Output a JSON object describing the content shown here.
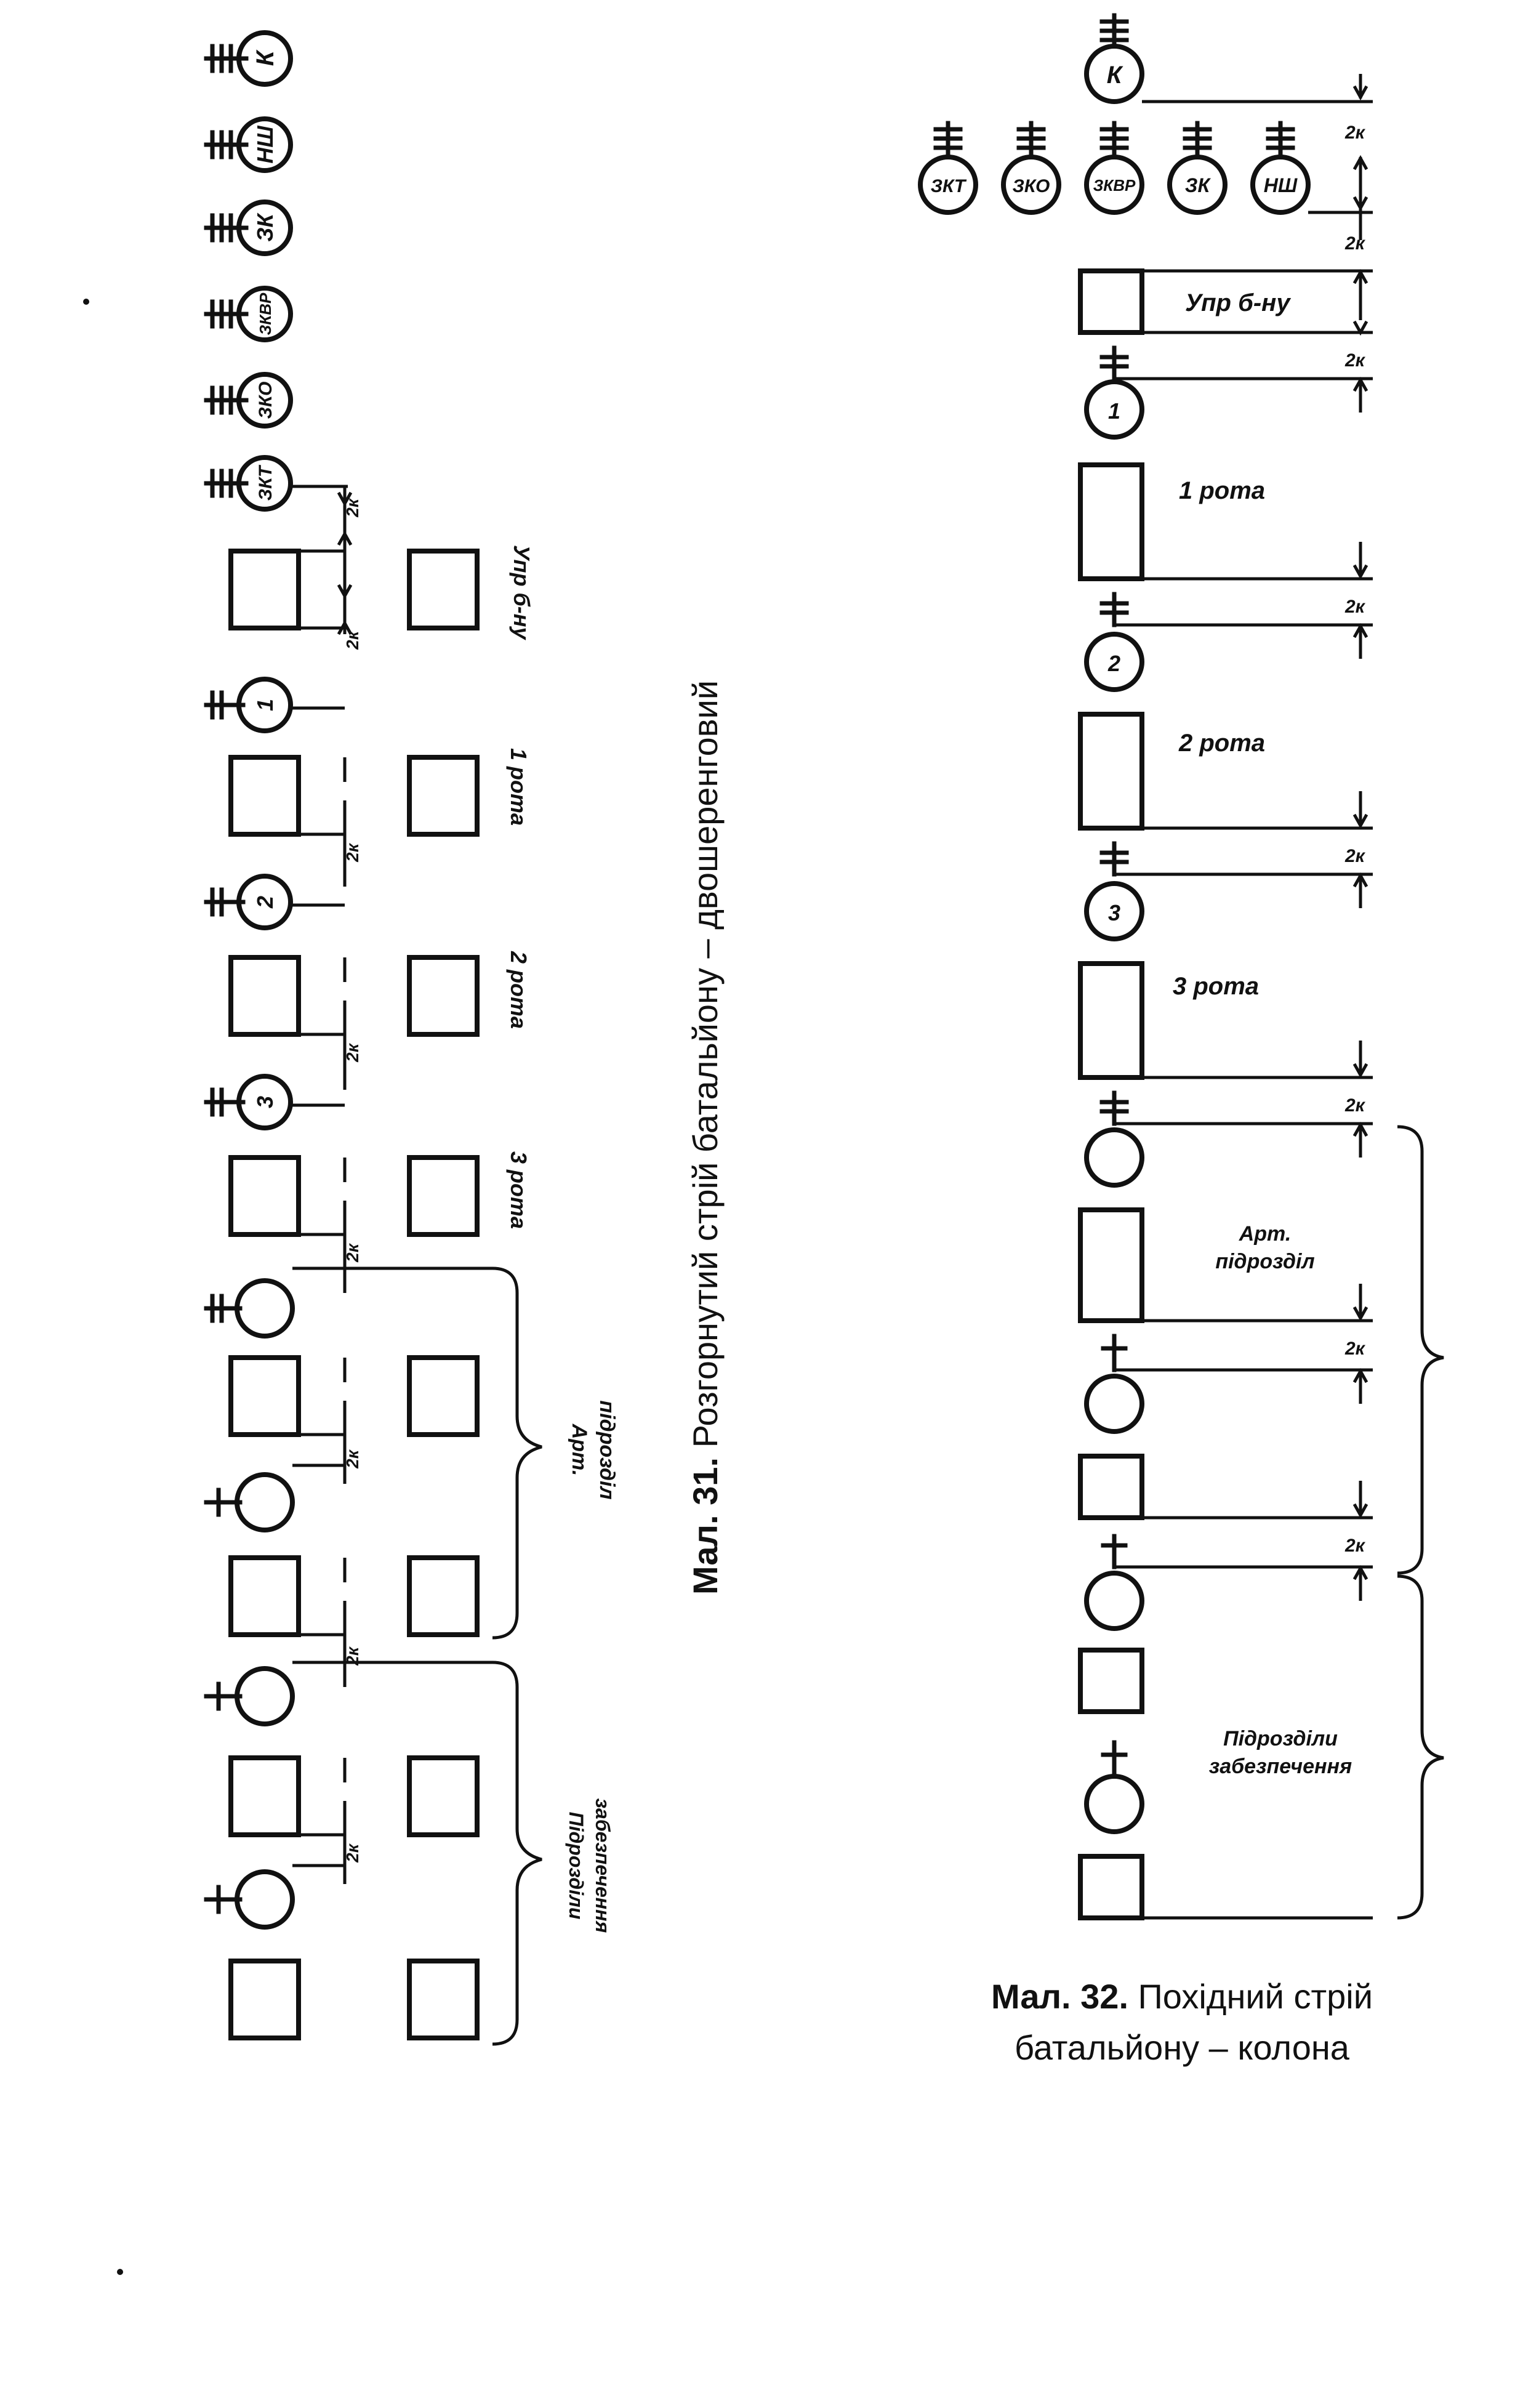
{
  "figure31": {
    "caption_num": "Мал. 31.",
    "caption_text": " Розгорнутий стрій батальйону – двошеренговий",
    "officers": [
      "К",
      "НШ",
      "ЗК",
      "ЗКВР",
      "ЗКО",
      "ЗКТ"
    ],
    "commanders": [
      "1",
      "2",
      "3"
    ],
    "labels": {
      "hq": "Упр б-ну",
      "company1": "1 рота",
      "company2": "2 рота",
      "company3": "3 рота",
      "art_line1": "Арт.",
      "art_line2": "підрозділ",
      "sup_line1": "Підрозділи",
      "sup_line2": "забезпечення"
    },
    "interval": "2к"
  },
  "figure32": {
    "caption_num": "Мал. 32.",
    "caption_line1": " Похідний стрій",
    "caption_line2": "батальйону – колона",
    "commander": "К",
    "officers": [
      "ЗКТ",
      "ЗКО",
      "ЗКВР",
      "ЗК",
      "НШ"
    ],
    "commanders": [
      "1",
      "2",
      "3"
    ],
    "labels": {
      "hq": "Упр б-ну",
      "company1": "1 рота",
      "company2": "2 рота",
      "company3": "3 рота",
      "art_line1": "Арт.",
      "art_line2": "підрозділ",
      "sup_line1": "Підрозділи",
      "sup_line2": "забезпечення"
    },
    "interval": "2к"
  }
}
